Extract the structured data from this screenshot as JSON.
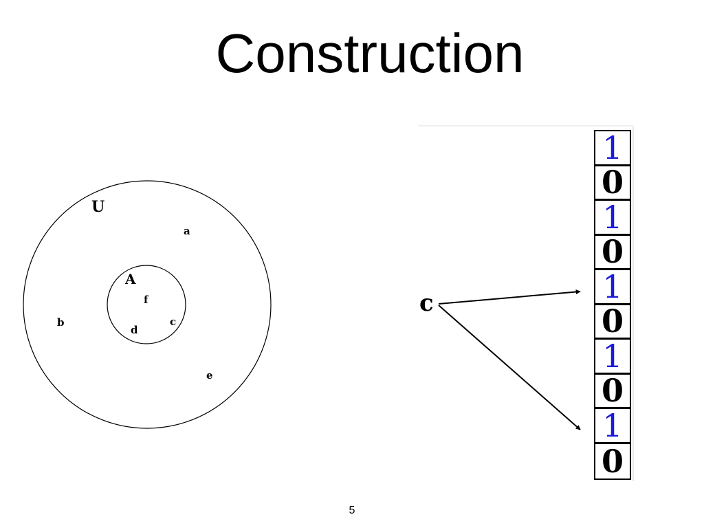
{
  "slide": {
    "title": "Construction",
    "page_number": "5"
  },
  "venn": {
    "universe_label": "U",
    "subset_label": "A",
    "outside_elements": [
      "a",
      "b",
      "e"
    ],
    "inside_elements": [
      "f",
      "c",
      "d"
    ]
  },
  "mapping": {
    "element_label": "c",
    "arrow_targets": [
      5,
      9
    ]
  },
  "bit_array": {
    "bits": [
      "1",
      "0",
      "1",
      "0",
      "1",
      "0",
      "1",
      "0",
      "1",
      "0"
    ],
    "colors": {
      "set": "#1a1adb",
      "unset": "#000000"
    }
  }
}
